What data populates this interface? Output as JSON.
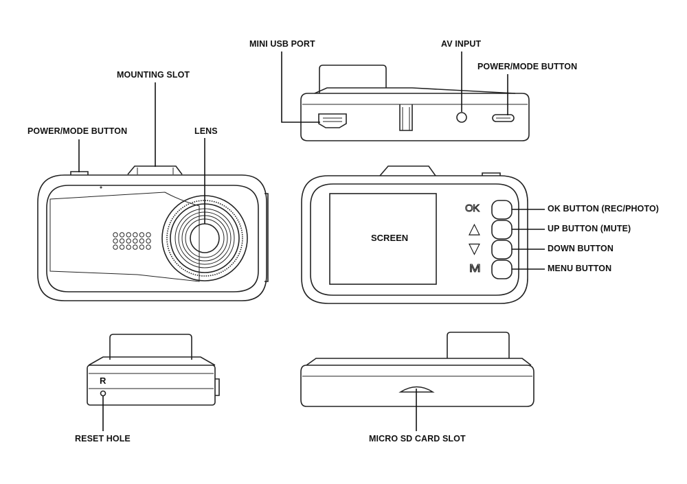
{
  "labels": {
    "mini_usb_port": "MINI USB PORT",
    "av_input": "AV INPUT",
    "power_mode_top": "POWER/MODE BUTTON",
    "mounting_slot": "MOUNTING SLOT",
    "power_mode_front": "POWER/MODE BUTTON",
    "lens": "LENS",
    "ok_button": "OK BUTTON (REC/PHOTO)",
    "up_button": "UP BUTTON (MUTE)",
    "down_button": "DOWN BUTTON",
    "menu_button": "MENU BUTTON",
    "reset_hole": "RESET HOLE",
    "micro_sd_card_slot": "MICRO SD CARD SLOT"
  },
  "device_text": {
    "screen": "SCREEN",
    "reset_marker": "R",
    "ok_glyph": "OK",
    "menu_glyph": "M",
    "up_glyph": "△",
    "down_glyph": "▽"
  },
  "colors": {
    "line": "#222222",
    "text": "#111111",
    "background": "#ffffff"
  }
}
